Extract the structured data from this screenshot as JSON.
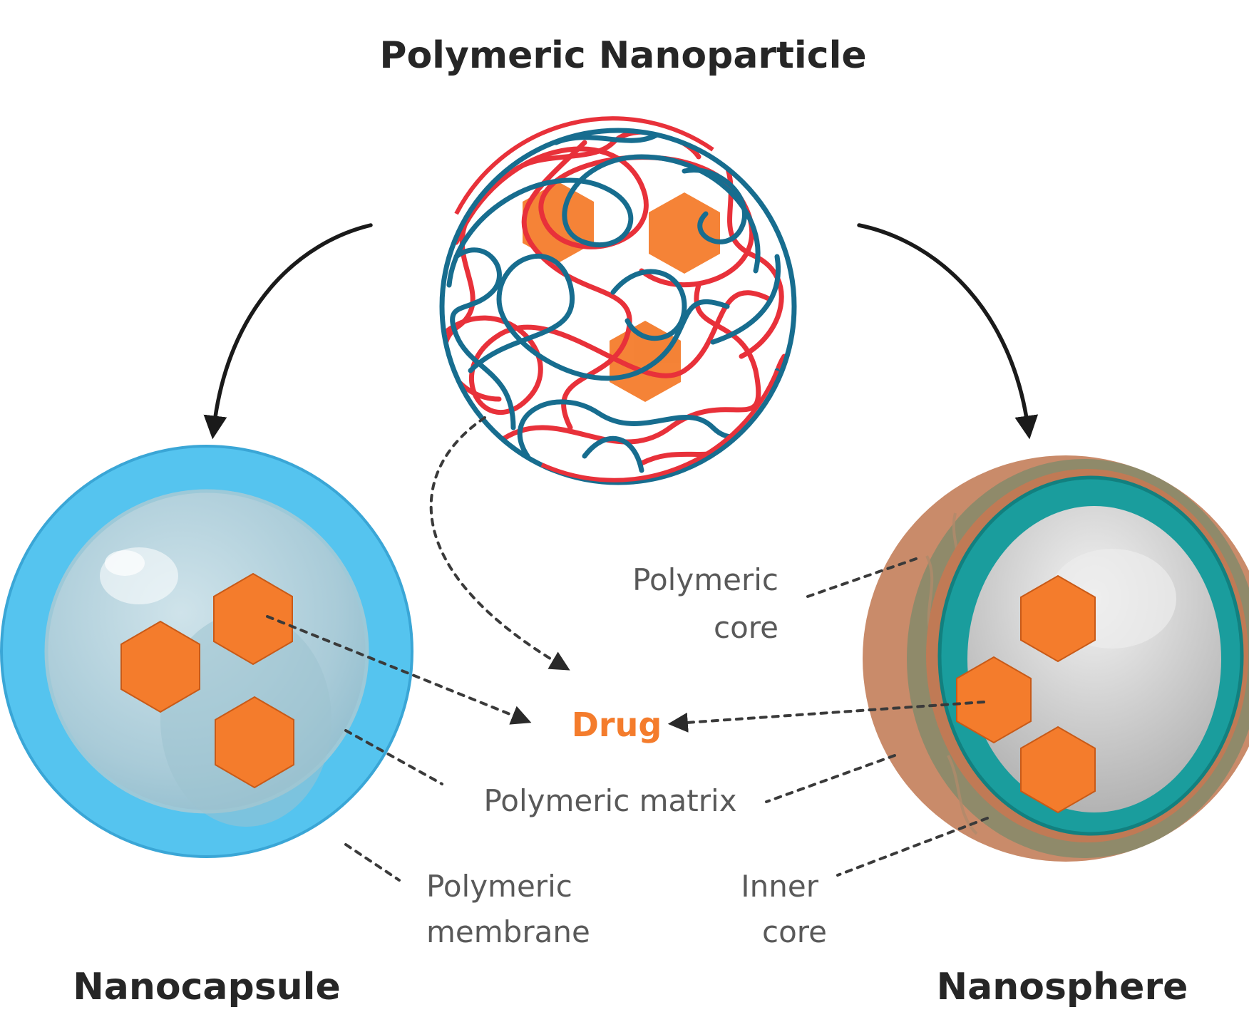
{
  "titles": {
    "top": "Polymeric Nanoparticle",
    "left": "Nanocapsule",
    "right": "Nanosphere"
  },
  "labels": {
    "drug": "Drug",
    "polymeric_core_line1": "Polymeric",
    "polymeric_core_line2": "core",
    "polymeric_matrix": "Polymeric matrix",
    "polymeric_membrane_line1": "Polymeric",
    "polymeric_membrane_line2": "membrane",
    "inner_core_line1": "Inner",
    "inner_core_line2": "core"
  },
  "colors": {
    "drug": "#f47c2c",
    "polymer_red": "#e8313a",
    "polymer_blue": "#176d8f",
    "capsule_shell": "#55c4ef",
    "sphere_teal": "#1a9d9d",
    "sphere_outer": "#c98b6a"
  }
}
